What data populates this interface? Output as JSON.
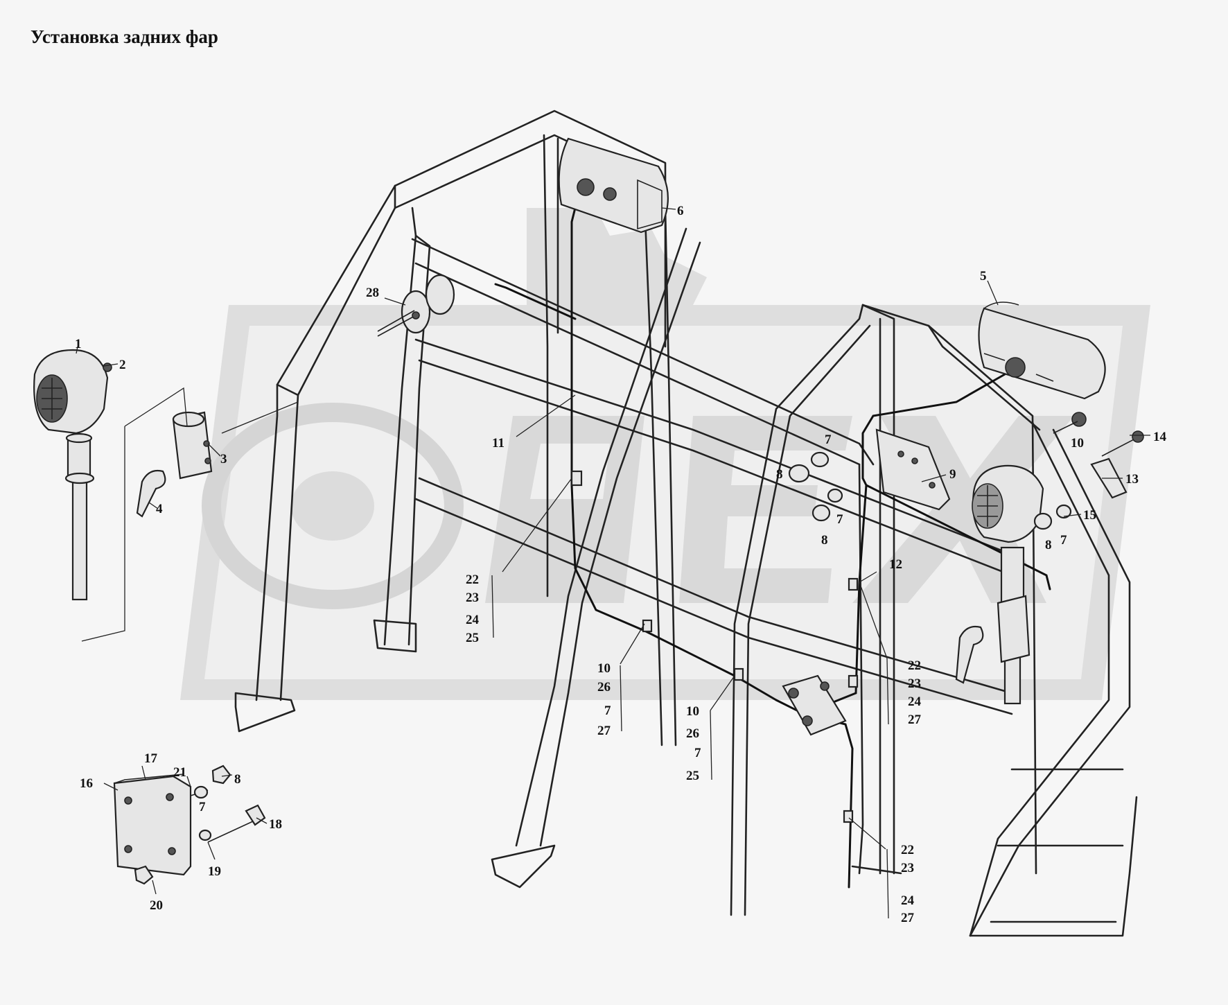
{
  "title": "Установка задних фар",
  "watermark": {
    "text": "ОПЕХ",
    "color": "#d9d9d9"
  },
  "callouts": [
    {
      "id": "c1",
      "text": "1"
    },
    {
      "id": "c2",
      "text": "2"
    },
    {
      "id": "c3",
      "text": "3"
    },
    {
      "id": "c4",
      "text": "4"
    },
    {
      "id": "c5",
      "text": "5"
    },
    {
      "id": "c6",
      "text": "6"
    },
    {
      "id": "c7a",
      "text": "7"
    },
    {
      "id": "c7b",
      "text": "7"
    },
    {
      "id": "c7c",
      "text": "7"
    },
    {
      "id": "c7d",
      "text": "7"
    },
    {
      "id": "c8a",
      "text": "8"
    },
    {
      "id": "c8b",
      "text": "8"
    },
    {
      "id": "c8c",
      "text": "8"
    },
    {
      "id": "c8d",
      "text": "8"
    },
    {
      "id": "c9",
      "text": "9"
    },
    {
      "id": "c10a",
      "text": "10"
    },
    {
      "id": "c11",
      "text": "11"
    },
    {
      "id": "c12",
      "text": "12"
    },
    {
      "id": "c13",
      "text": "13"
    },
    {
      "id": "c14",
      "text": "14"
    },
    {
      "id": "c15",
      "text": "15"
    },
    {
      "id": "c16",
      "text": "16"
    },
    {
      "id": "c17",
      "text": "17"
    },
    {
      "id": "c18",
      "text": "18"
    },
    {
      "id": "c19",
      "text": "19"
    },
    {
      "id": "c20",
      "text": "20"
    },
    {
      "id": "c21",
      "text": "21"
    },
    {
      "id": "c28",
      "text": "28"
    }
  ],
  "groups": [
    {
      "id": "g1",
      "items": [
        "22",
        "23",
        "24",
        "25"
      ]
    },
    {
      "id": "g2",
      "items": [
        "10",
        "26",
        "7",
        "27"
      ]
    },
    {
      "id": "g3",
      "items": [
        "10",
        "26",
        "7",
        "25"
      ]
    },
    {
      "id": "g4",
      "items": [
        "22",
        "23",
        "24",
        "27"
      ]
    },
    {
      "id": "g5",
      "items": [
        "22",
        "23",
        "24",
        "27"
      ]
    }
  ]
}
